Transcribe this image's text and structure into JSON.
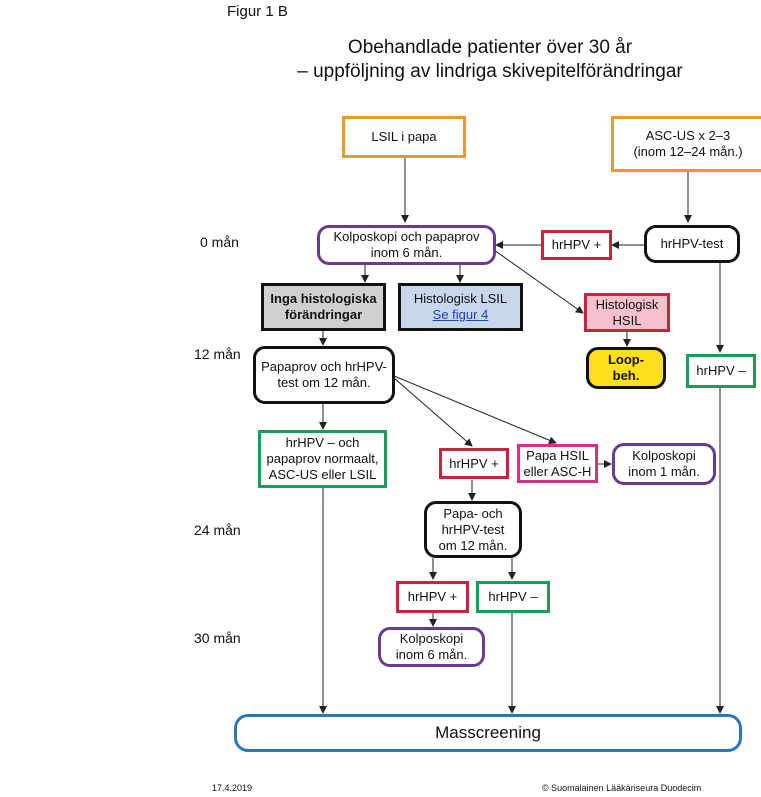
{
  "figure_label": "Figur 1 B",
  "title": {
    "line1": "Obehandlade patienter över 30 år",
    "line2": "– uppföljning av lindriga skivepitelförändringar"
  },
  "time_labels": {
    "t0": "0 mån",
    "t12": "12 mån",
    "t24": "24 mån",
    "t30": "30 mån"
  },
  "boxes": {
    "lsil_papa": "LSIL i papa",
    "ascus": {
      "line1": "ASC-US x 2–3",
      "line2": "(inom 12–24 mån.)"
    },
    "kolpo_papaprov": {
      "line1": "Kolposkopi och papaprov",
      "line2": "inom 6 mån."
    },
    "hrhpv_plus_top": "hrHPV +",
    "hrhpv_test": "hrHPV-test",
    "inga_histo": {
      "line1": "Inga histologiska",
      "line2": "förändringar"
    },
    "histo_lsil": {
      "line1": "Histologisk LSIL",
      "link": "Se figur 4"
    },
    "histo_hsil": {
      "line1": "Histologisk",
      "line2": "HSIL"
    },
    "loop": {
      "line1": "Loop-",
      "line2": "beh."
    },
    "hrhpv_minus_right": "hrHPV –",
    "papaprov_12": {
      "line1": "Papaprov och hrHPV-",
      "line2": "test om 12 mån."
    },
    "hrhpv_minus_normal": {
      "line1": "hrHPV – och",
      "line2": "papaprov normaalt,",
      "line3": "ASC-US eller LSIL"
    },
    "hrhpv_plus_mid": "hrHPV +",
    "papa_hsil": {
      "line1": "Papa HSIL",
      "line2": "eller ASC-H"
    },
    "kolpo_1man": {
      "line1": "Kolposkopi",
      "line2": "inom 1 mån."
    },
    "papa_hrhpv_test": {
      "line1": "Papa- och",
      "line2": "hrHPV-test",
      "line3": "om 12 mån."
    },
    "hrhpv_plus_low": "hrHPV +",
    "hrhpv_minus_low": "hrHPV –",
    "kolpo_6man": {
      "line1": "Kolposkopi",
      "line2": "inom 6 mån."
    },
    "masscreening": "Masscreening"
  },
  "footer": {
    "date": "17.4.2019",
    "copyright": "© Suomalainen Lääkäriseura Duodecim"
  },
  "colors": {
    "orange": "#f0962b",
    "purple": "#6a3a91",
    "red": "#c4253c",
    "green": "#1f9a5a",
    "blue": "#2b77b8",
    "yellow": "#ffe01a",
    "gray": "#d0d0d0",
    "light_blue": "#c8d7ec",
    "pink": "#f5c1cc"
  }
}
